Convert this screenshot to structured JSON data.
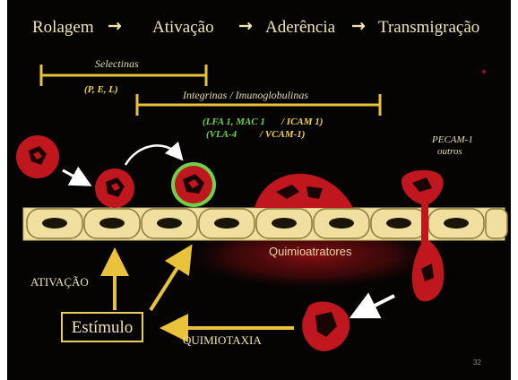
{
  "stages": [
    "Rolagem",
    "Ativação",
    "Aderência",
    "Transmigração"
  ],
  "stage_arrow": "→",
  "selectins": {
    "label": "Selectinas",
    "types": "(P, E, L)"
  },
  "integrins": {
    "label": "Integrinas / Imunoglobulinas",
    "pair1_integrin": "(LFA 1, MAC 1",
    "pair1_ligand": "/ ICAM 1)",
    "pair2_integrin": "(VLA-4",
    "pair2_ligand": "/ VCAM-1)"
  },
  "pecam": {
    "line1": "PECAM-1",
    "line2": "outros"
  },
  "chemoattractants": "Quimioatratores",
  "activation": "ATIVAÇÃO",
  "stimulus": "Estímulo",
  "chemotaxis": "QUIMIOTAXIA",
  "slide_number": "32",
  "colors": {
    "background": "#050403",
    "text": "#efe4b4",
    "bracket": "#e8c23a",
    "leukocyte": "#c0161e",
    "endothelium": "#efe0a0",
    "integrin_green": "#6fd14a",
    "chemo_glow": "#7a0d10"
  }
}
